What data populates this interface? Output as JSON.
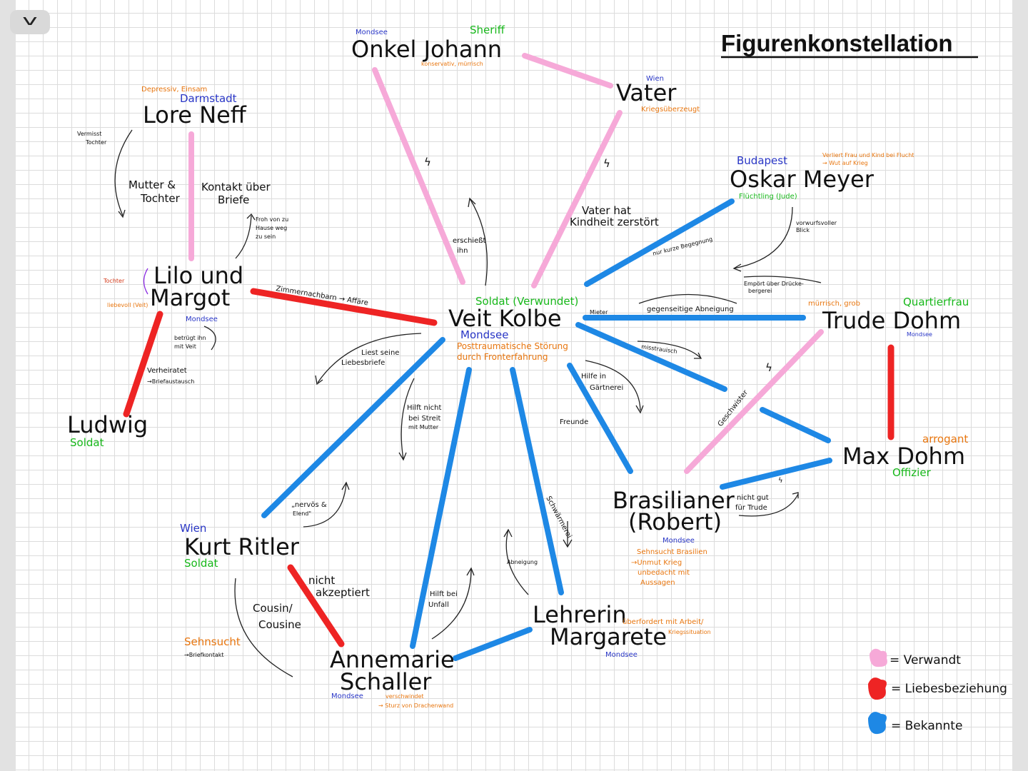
{
  "title": "Figurenkonstellation",
  "colors": {
    "verwandt": "#f6a9d8",
    "liebe": "#ee2424",
    "bekannte": "#1e88e5",
    "location_tag": "#2936c6",
    "orange_note": "#e8760f",
    "green_note": "#18b81b"
  },
  "ui": {
    "collapse_icon": "chevron-down-icon"
  },
  "characters": {
    "onkel": {
      "name": "Onkel Johann",
      "place": "Mondsee",
      "role": "Sheriff",
      "trait": "konservativ, mürrisch"
    },
    "vater": {
      "name": "Vater",
      "place": "Wien",
      "trait": "Kriegsüberzeugt"
    },
    "lore": {
      "name": "Lore Neff",
      "trait": "Depressiv, Einsam",
      "place": "Darmstadt"
    },
    "lilo": {
      "name_line1": "Lilo und",
      "name_line2": "Margot",
      "place": "Mondsee",
      "tag": "Tochter",
      "trait": "liebevoll (Veit)"
    },
    "ludwig": {
      "name": "Ludwig",
      "role": "Soldat"
    },
    "oskar": {
      "name": "Oskar Meyer",
      "place": "Budapest",
      "role": "Flüchtling (Jude)",
      "trait": "Verliert Frau und Kind bei Flucht → Wut auf Krieg"
    },
    "veit": {
      "name": "Veit Kolbe",
      "role": "Soldat (Verwundet)",
      "place": "Mondsee",
      "trait": "Posttraumatische Störung durch Fronterfahrung"
    },
    "trude": {
      "name": "Trude Dohm",
      "trait": "mürrisch, grob",
      "role": "Quartierfrau",
      "place": "Mondsee"
    },
    "max": {
      "name": "Max Dohm",
      "trait": "arrogant",
      "role": "Offizier"
    },
    "brasilianer": {
      "name_line1": "Brasilianer",
      "name_line2": "(Robert)",
      "place": "Mondsee",
      "trait": [
        "Sehnsucht Brasilien",
        "→Unmut Krieg",
        "unbedacht mit",
        "Aussagen"
      ]
    },
    "kurt": {
      "name": "Kurt Ritler",
      "place": "Wien",
      "role": "Soldat",
      "trait": "Sehnsucht",
      "note": "→Briefkontakt"
    },
    "annemarie": {
      "name_line1": "Annemarie",
      "name_line2": "Schaller",
      "place": "Mondsee",
      "trait": "verschwindet",
      "note": "→ Sturz von Drachenwand"
    },
    "margarete": {
      "name_line1": "Lehrerin",
      "name_line2": "Margarete",
      "place": "Mondsee",
      "trait": "überfordert mit Arbeit/",
      "note": "Kriegssituation"
    }
  },
  "relations": {
    "vermisst": [
      "Vermisst",
      "Tochter"
    ],
    "mutter_tochter": [
      "Mutter &",
      "Tochter"
    ],
    "kontakt": [
      "Kontakt über",
      "Briefe"
    ],
    "froh": [
      "Froh von zu",
      "Hause weg",
      "zu sein"
    ],
    "erschiesst": [
      "erschießt",
      "ihn"
    ],
    "vater_kindheit": [
      "Vater hat",
      "Kindheit zerstört"
    ],
    "begegnung": "nur kurze Begegnung",
    "vorwurfsvoll": [
      "vorwurfsvoller",
      "Blick"
    ],
    "empoert": [
      "Empört über Drücke-",
      "bergerei"
    ],
    "zimmernachbarn": "Zimmernachbarn → Affäre",
    "betruegt": [
      "betrügt ihn",
      "mit Veit"
    ],
    "verheiratet": [
      "Verheiratet",
      "→Briefaustausch"
    ],
    "liest": [
      "Liest seine",
      "Liebesbriefe"
    ],
    "hilft_nicht": [
      "Hilft nicht",
      "bei Streit",
      "mit Mutter"
    ],
    "hilfe_garten": [
      "Hilfe in",
      "Gärtnerei"
    ],
    "freunde": "Freunde",
    "mieter": "Mieter",
    "abneigung_gegen": "gegenseitige Abneigung",
    "misstrauisch": "misstrauisch",
    "geschwister": "Geschwister",
    "nicht_gut": [
      "nicht gut",
      "für Trude"
    ],
    "nervoes": [
      "„nervös &",
      "Elend\""
    ],
    "schwaermerei": "Schwärmerei",
    "abneigung": "Abneigung",
    "hilft_unfall": [
      "Hilft bei",
      "Unfall"
    ],
    "nicht_akzeptiert": [
      "nicht",
      "akzeptiert"
    ],
    "cousin": [
      "Cousin/",
      "Cousine"
    ],
    "lightning": "ϟ"
  },
  "legend": [
    {
      "label": "= Verwandt",
      "color": "#f6a9d8"
    },
    {
      "label": "= Liebesbeziehung",
      "color": "#ee2424"
    },
    {
      "label": "= Bekannte",
      "color": "#1e88e5"
    }
  ]
}
